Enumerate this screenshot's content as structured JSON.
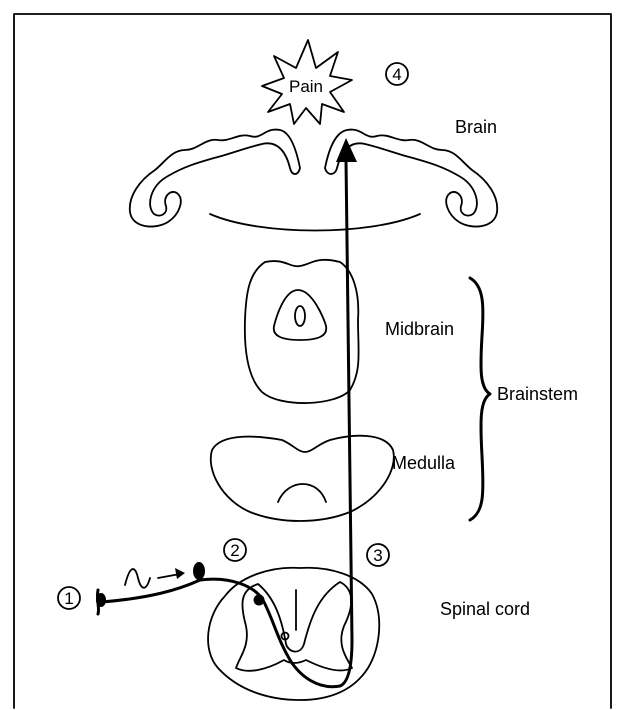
{
  "labels": {
    "brain": "Brain",
    "midbrain": "Midbrain",
    "brainstem": "Brainstem",
    "medulla": "Medulla",
    "spinal_cord": "Spinal cord",
    "pain": "Pain"
  },
  "steps": [
    "1",
    "2",
    "3",
    "4"
  ]
}
